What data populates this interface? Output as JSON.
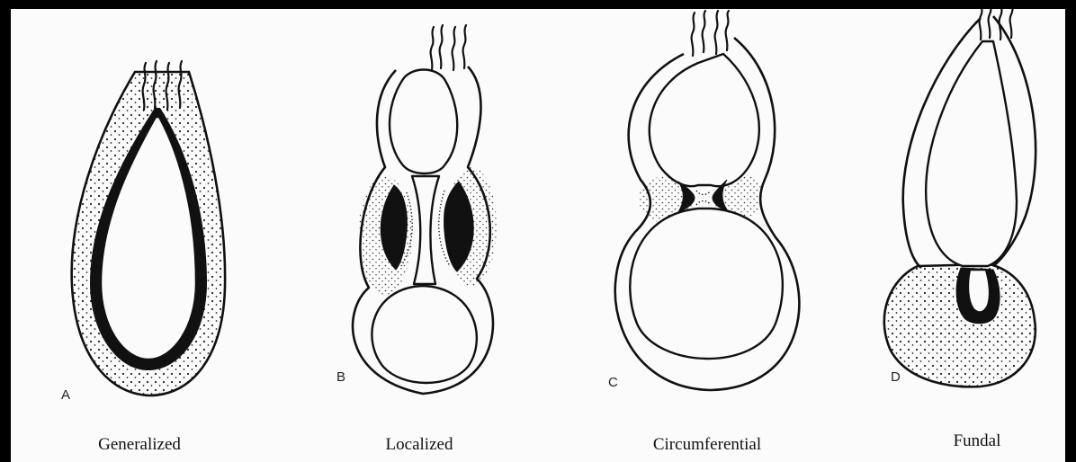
{
  "panels": [
    {
      "letter": "A",
      "caption": "Generalized"
    },
    {
      "letter": "B",
      "caption": "Localized"
    },
    {
      "letter": "C",
      "caption": "Circumferential"
    },
    {
      "letter": "D",
      "caption": "Fundal"
    }
  ],
  "colors": {
    "background": "#fbfbfb",
    "ink": "#111111",
    "frame": "#000000"
  }
}
